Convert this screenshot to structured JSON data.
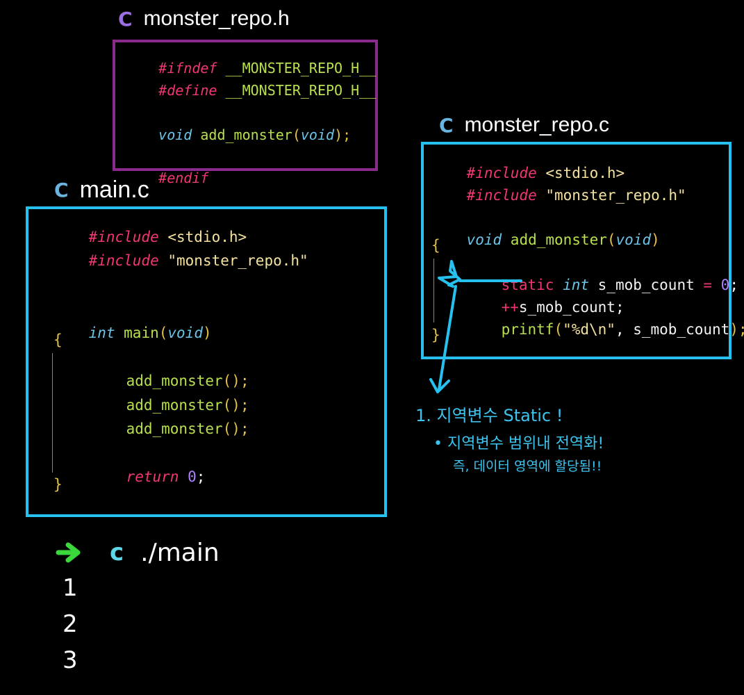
{
  "header_file": {
    "title": "monster_repo.h",
    "icon": "c-lang-icon",
    "border_color": "#8a2a8a",
    "lines": [
      {
        "pp": "#ifndef",
        "mac": " __MONSTER_REPO_H__"
      },
      {
        "pp": "#define",
        "mac": " __MONSTER_REPO_H__"
      },
      {
        "kw": "void",
        "fn": " add_monster",
        "p1": "(",
        "kw2": "void",
        "p2": ");"
      },
      {
        "pp": "#endif"
      }
    ]
  },
  "source_file": {
    "title": "monster_repo.c",
    "icon": "c-lang-icon",
    "border_color": "#27c1f0",
    "include1": {
      "pp": "#include",
      "str": " <stdio.h>"
    },
    "include2": {
      "pp": "#include",
      "str": " \"monster_repo.h\""
    },
    "sig": {
      "kw": "void",
      "fn": " add_monster",
      "p1": "(",
      "kw2": "void",
      "p2": ")"
    },
    "open": "{",
    "static_line": {
      "st": "static",
      "kw": " int",
      "txt": " s_mob_count",
      "eq": " = ",
      "num": "0",
      "end": ";"
    },
    "inc_line": {
      "op": "++",
      "txt": "s_mob_count",
      "end": ";"
    },
    "printf_line": {
      "fn": "printf",
      "p1": "(",
      "str": "\"%d\\n\"",
      "txt": ", s_mob_count",
      "p2": ");"
    },
    "close": "}"
  },
  "main_file": {
    "title": "main.c",
    "icon": "c-lang-icon",
    "border_color": "#27c1f0",
    "include1": {
      "pp": "#include",
      "str": " <stdio.h>"
    },
    "include2": {
      "pp": "#include",
      "str": " \"monster_repo.h\""
    },
    "sig": {
      "kw": "int",
      "fn": " main",
      "p1": "(",
      "kw2": "void",
      "p2": ")"
    },
    "open": "{",
    "call": {
      "fn": "add_monster",
      "p": "();"
    },
    "ret": {
      "kw": "return",
      "num": " 0",
      "end": ";"
    },
    "close": "}"
  },
  "annotation": {
    "line1": "1. 지역변수 Static !",
    "line2": "• 지역변수 범위내 전역화!",
    "line3": "즉, 데이터 영역에 할당됨!!"
  },
  "terminal": {
    "prompt_icon": "arrow-right-icon",
    "cwd": "c",
    "command": "./main",
    "outputs": [
      "1",
      "2",
      "3"
    ]
  },
  "colors": {
    "annotation": "#3cc3ee",
    "prompt_arrow": "#3ad83a",
    "cwd": "#5fd7e8"
  }
}
